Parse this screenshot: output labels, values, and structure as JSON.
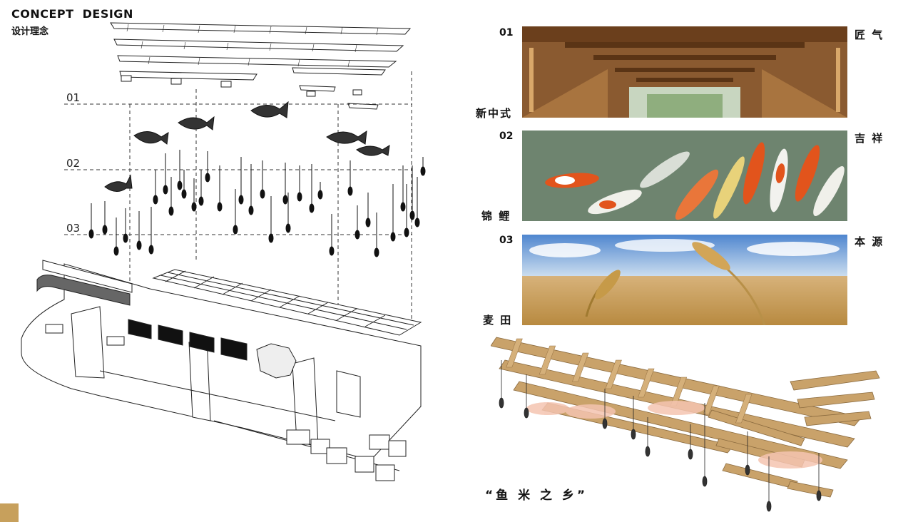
{
  "header": {
    "title_en": "CONCEPT  DESIGN",
    "title_cn": "设计理念"
  },
  "diagram": {
    "layers": [
      "01",
      "02",
      "03"
    ]
  },
  "concepts": [
    {
      "num": "01",
      "caption_left": "新中式",
      "caption_right": "匠 气"
    },
    {
      "num": "02",
      "caption_left": "锦 鲤",
      "caption_right": "吉 祥"
    },
    {
      "num": "03",
      "caption_left": "麦 田",
      "caption_right": "本 源"
    }
  ],
  "slogan": "“鱼 米 之 乡”",
  "colors": {
    "accent": "#c7a05c",
    "wood": "#c9a26a",
    "sky": "#5b8fd1",
    "wheat": "#c9a25a",
    "water": "#7c8a6e",
    "koi": "#e2541c"
  }
}
